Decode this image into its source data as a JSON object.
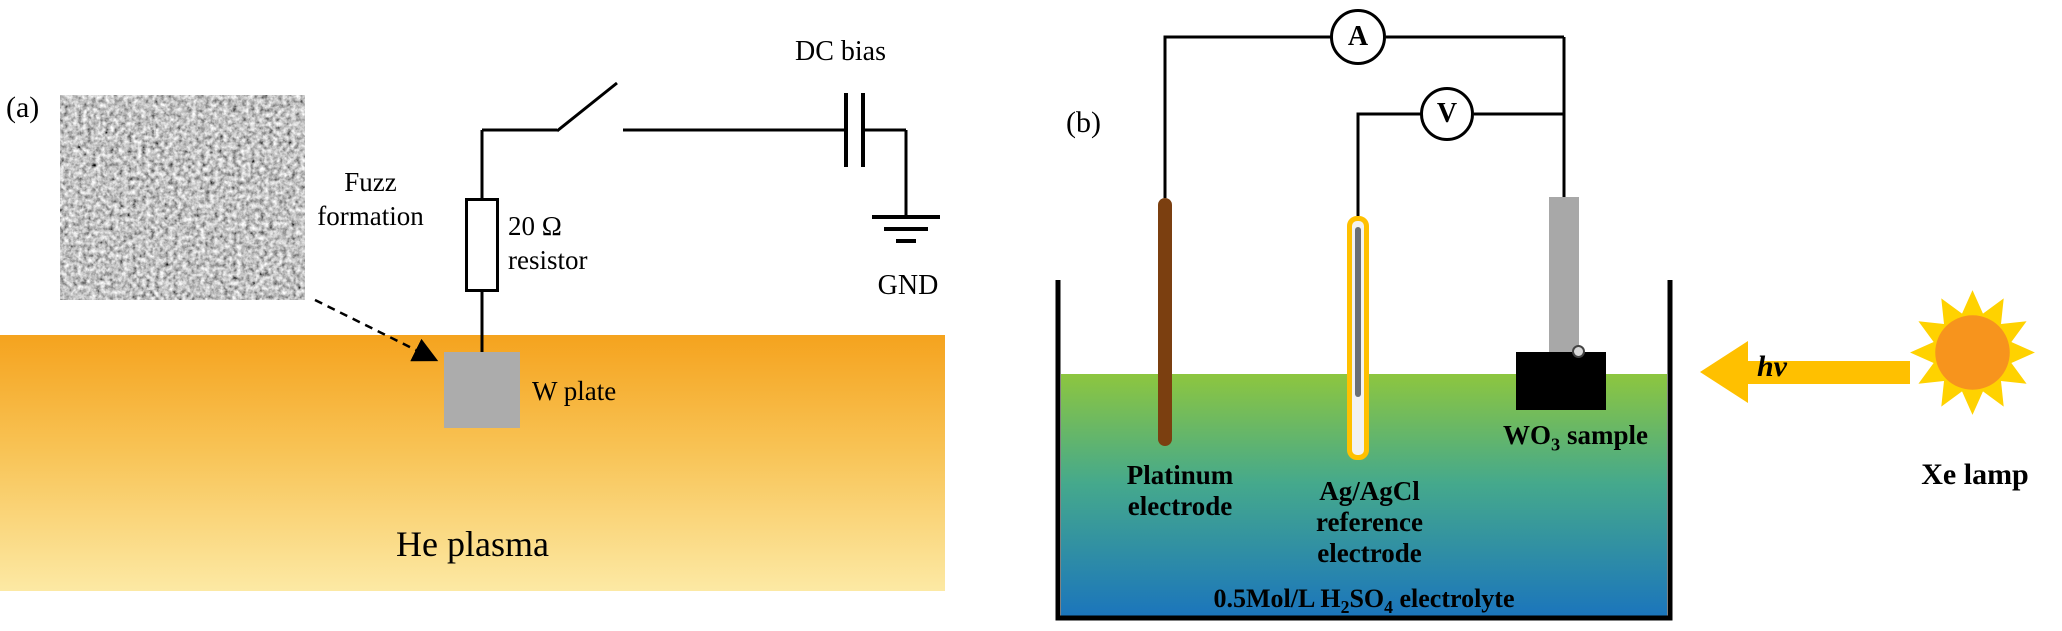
{
  "panel_a": {
    "label": "(a)",
    "fuzz_caption": {
      "line1": "Fuzz",
      "line2": "formation"
    },
    "resistor_label": {
      "line1": "20 Ω",
      "line2": "resistor"
    },
    "dc_bias_label": "DC bias",
    "gnd_label": "GND",
    "w_plate_label": "W plate",
    "plasma_label": "He plasma"
  },
  "panel_b": {
    "label": "(b)",
    "ammeter_label": "A",
    "voltmeter_label": "V",
    "platinum_label": {
      "line1": "Platinum",
      "line2": "electrode"
    },
    "reference_label": {
      "line1": "Ag/AgCl",
      "line2": "reference",
      "line3": "electrode"
    },
    "sample_label": [
      {
        "text": "WO"
      },
      {
        "text": "3",
        "sub": true
      },
      {
        "text": " sample"
      }
    ],
    "electrolyte_label": [
      {
        "text": "0.5Mol/L H"
      },
      {
        "text": "2",
        "sub": true
      },
      {
        "text": "SO"
      },
      {
        "text": "4",
        "sub": true
      },
      {
        "text": " electrolyte"
      }
    ],
    "photon_label": "hv",
    "lamp_label": "Xe lamp"
  },
  "colors": {
    "plasma-top": "#F5A31E",
    "plasma-mid": "#F8C355",
    "plasma-bottom": "#FCE9A4",
    "w-plate": "#ACACAC",
    "electrolyte-top": "#8DC63F",
    "electrolyte-mid": "#45A98C",
    "electrolyte-bottom": "#1B75BC",
    "platinum": "#7B3F10",
    "reference-outline": "#FFC000",
    "sample-rod": "#A8A8A8",
    "sample-block": "#000000",
    "sun-core": "#F7941D",
    "sun-ray": "#FFD200",
    "arrow": "#FFC000"
  }
}
